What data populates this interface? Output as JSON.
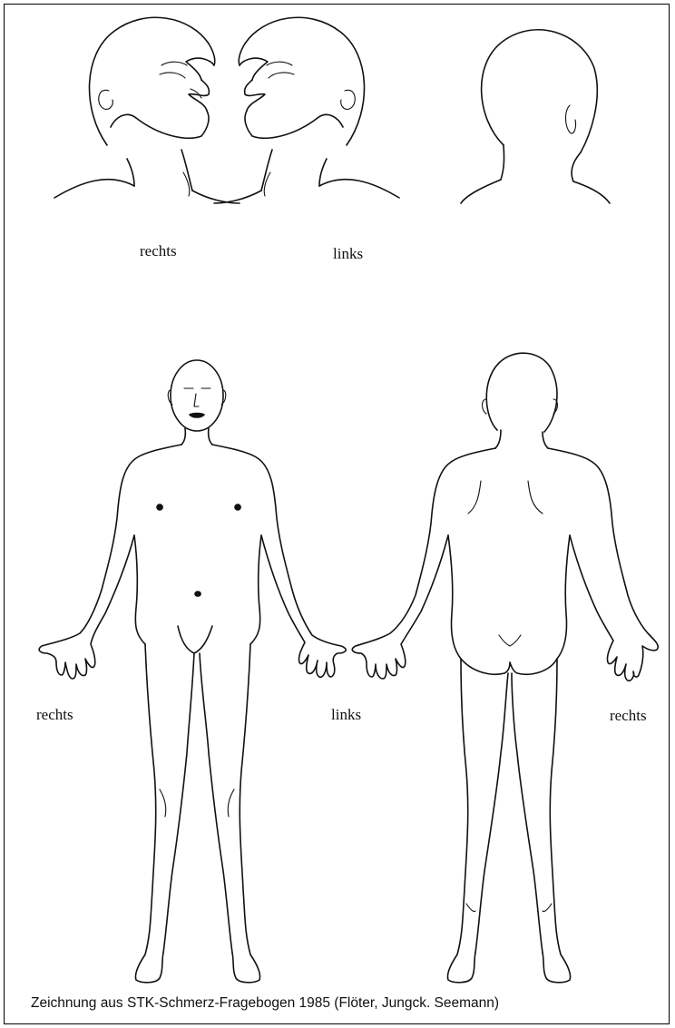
{
  "labels": {
    "heads_right": "rechts",
    "heads_left": "links",
    "body_right_outer": "rechts",
    "body_left_center": "links",
    "body_right_back": "rechts"
  },
  "caption": "Zeichnung aus STK-Schmerz-Fragebogen 1985 (Flöter, Jungck. Seemann)"
}
